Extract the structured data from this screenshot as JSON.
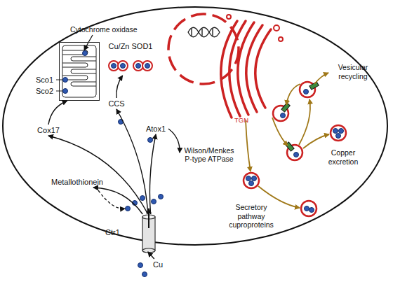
{
  "diagram": {
    "nodes": [
      {
        "text": [
          "Sco1",
          "Sco2"
        ]
      },
      {
        "text": [
          "Cu/Zn SOD1"
        ]
      },
      {
        "text": [
          "CCS"
        ]
      },
      {
        "text": [
          "Cox17"
        ]
      },
      {
        "text": [
          "Atox1"
        ]
      },
      {
        "text": [
          "Wilson/Menkes P-type ATPase"
        ]
      },
      {
        "text": [
          "Metallothionein"
        ]
      },
      {
        "text": [
          "Ctr1"
        ]
      },
      {
        "text": [
          "Cu"
        ]
      }
    ],
    "edges": [
      {
        "from": 8,
        "to": 7,
        "arrow": "to"
      },
      {
        "from": 7,
        "to": 3,
        "arrow": "to"
      },
      {
        "from": 7,
        "to": 2,
        "arrow": "to"
      },
      {
        "from": 7,
        "to": 4,
        "arrow": "to"
      },
      {
        "from": 7,
        "to": 6,
        "arrow": "to"
      },
      {
        "from": 3,
        "to": 0,
        "arrow": "to"
      },
      {
        "from": 2,
        "to": 1,
        "arrow": "to"
      },
      {
        "from": 4,
        "to": 5,
        "arrow": "to"
      }
    ],
    "labels": [
      "Cytochrome oxidase",
      "TGN",
      "Vesicular recycling",
      "Copper excretion",
      "Secretory pathway cuproproteins"
    ]
  }
}
